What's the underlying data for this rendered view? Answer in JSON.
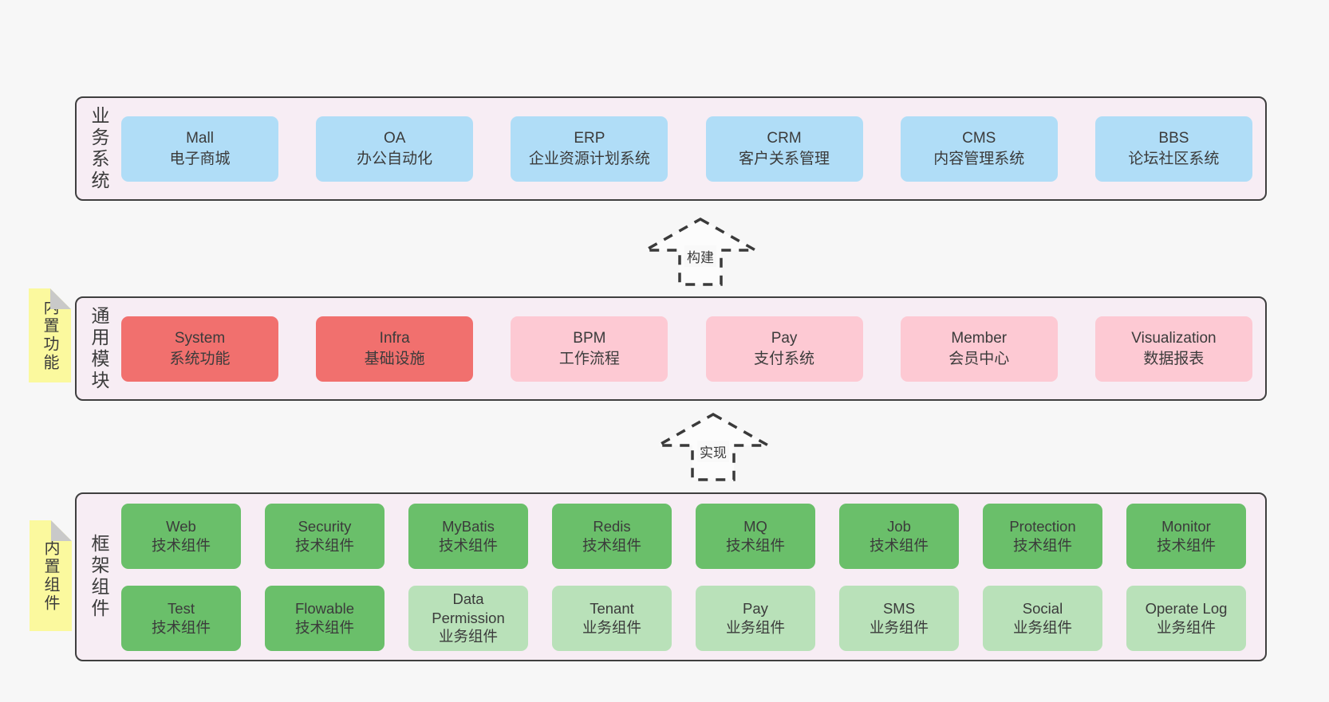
{
  "palette": {
    "page_bg": "#f7f7f7",
    "panel_bg": "#f7edf4",
    "panel_border": "#3f3f3f",
    "blue": "#b0ddf7",
    "red": "#f1706e",
    "pink": "#fdc9d3",
    "green": "#6abf6a",
    "green_light": "#b9e1b9",
    "note_yellow": "#fbf99e",
    "note_fold": "#c9c9c9",
    "text": "#3b3b3b"
  },
  "arrows": [
    {
      "label": "构建"
    },
    {
      "label": "实现"
    }
  ],
  "layers": [
    {
      "label": "业务系统",
      "boxes": [
        {
          "en": "Mall",
          "zh": "电子商城",
          "variant": "blue"
        },
        {
          "en": "OA",
          "zh": "办公自动化",
          "variant": "blue"
        },
        {
          "en": "ERP",
          "zh": "企业资源计划系统",
          "variant": "blue"
        },
        {
          "en": "CRM",
          "zh": "客户关系管理",
          "variant": "blue"
        },
        {
          "en": "CMS",
          "zh": "内容管理系统",
          "variant": "blue"
        },
        {
          "en": "BBS",
          "zh": "论坛社区系统",
          "variant": "blue"
        }
      ]
    },
    {
      "label": "通用模块",
      "note": "内置功能",
      "boxes": [
        {
          "en": "System",
          "zh": "系统功能",
          "variant": "red"
        },
        {
          "en": "Infra",
          "zh": "基础设施",
          "variant": "red"
        },
        {
          "en": "BPM",
          "zh": "工作流程",
          "variant": "pink"
        },
        {
          "en": "Pay",
          "zh": "支付系统",
          "variant": "pink"
        },
        {
          "en": "Member",
          "zh": "会员中心",
          "variant": "pink"
        },
        {
          "en": "Visualization",
          "zh": "数据报表",
          "variant": "pink"
        }
      ]
    },
    {
      "label": "框架组件",
      "note": "内置组件",
      "rows": [
        [
          {
            "en": "Web",
            "zh": "技术组件",
            "variant": "green"
          },
          {
            "en": "Security",
            "zh": "技术组件",
            "variant": "green"
          },
          {
            "en": "MyBatis",
            "zh": "技术组件",
            "variant": "green"
          },
          {
            "en": "Redis",
            "zh": "技术组件",
            "variant": "green"
          },
          {
            "en": "MQ",
            "zh": "技术组件",
            "variant": "green"
          },
          {
            "en": "Job",
            "zh": "技术组件",
            "variant": "green"
          },
          {
            "en": "Protection",
            "zh": "技术组件",
            "variant": "green"
          },
          {
            "en": "Monitor",
            "zh": "技术组件",
            "variant": "green"
          }
        ],
        [
          {
            "en": "Test",
            "zh": "技术组件",
            "variant": "green"
          },
          {
            "en": "Flowable",
            "zh": "技术组件",
            "variant": "green"
          },
          {
            "en": "Data Permission",
            "zh": "业务组件",
            "variant": "green-light"
          },
          {
            "en": "Tenant",
            "zh": "业务组件",
            "variant": "green-light"
          },
          {
            "en": "Pay",
            "zh": "业务组件",
            "variant": "green-light"
          },
          {
            "en": "SMS",
            "zh": "业务组件",
            "variant": "green-light"
          },
          {
            "en": "Social",
            "zh": "业务组件",
            "variant": "green-light"
          },
          {
            "en": "Operate Log",
            "zh": "业务组件",
            "variant": "green-light"
          }
        ]
      ]
    }
  ]
}
